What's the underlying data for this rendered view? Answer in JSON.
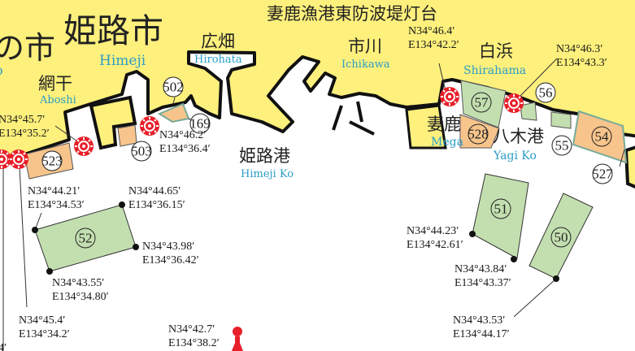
{
  "colors": {
    "land": "#fdf07c",
    "water": "#ffffff",
    "farm_green": "#c3dfb0",
    "farm_orange": "#f7c48c",
    "light": "#e8202a",
    "english": "#2a9dc8"
  },
  "map_title": "妻鹿漁港東防波堤灯台",
  "places": {
    "left_city": {
      "ja": "の市",
      "en": "o"
    },
    "himeji": {
      "ja": "姫路市",
      "en": "Himeji"
    },
    "hirohata": {
      "ja": "広畑",
      "en": "Hirohata"
    },
    "aboshi": {
      "ja": "網干",
      "en": "Aboshi"
    },
    "himeji_ko": {
      "ja": "姫路港",
      "en": "Himeji Ko"
    },
    "ichikawa": {
      "ja": "市川",
      "en": "Ichikawa"
    },
    "shirahama": {
      "ja": "白浜",
      "en": "Shirahama"
    },
    "mega": {
      "ja": "妻鹿",
      "en": "Mega"
    },
    "yagi_ko": {
      "ja": "八木港",
      "en": "Yagi Ko"
    }
  },
  "zones": {
    "z523": "523",
    "z503": "503",
    "z502": "502",
    "z169": "169",
    "z57": "57",
    "z528": "528",
    "z56": "56",
    "z55": "55",
    "z54": "54",
    "z527": "527",
    "z52": "52",
    "z51": "51",
    "z50": "50"
  },
  "coords": {
    "aboshi_light": [
      "N34°45.7′",
      "E134°35.2′"
    ],
    "hirohata_light": [
      "N34°46.2′",
      "E134°36.4′"
    ],
    "mega_light": [
      "N34°46.4′",
      "E134°42.2′"
    ],
    "shirahama_light": [
      "N34°46.3′",
      "E134°43.3′"
    ],
    "z52_nw": [
      "N34°44.21′",
      "E134°34.53′"
    ],
    "z52_ne": [
      "N34°44.65′",
      "E134°36.15′"
    ],
    "z52_se": [
      "N34°43.98′",
      "E134°36.42′"
    ],
    "z52_sw": [
      "N34°43.55′",
      "E134°34.80′"
    ],
    "west_light": [
      "N34°45.4′",
      "E134°34.2′"
    ],
    "far_west": "4′",
    "buoy": [
      "N34°42.7′",
      "E134°38.2′"
    ],
    "z51_w": [
      "N34°44.23′",
      "E134°42.61′"
    ],
    "z51_s": [
      "N34°43.84′",
      "E134°43.37′"
    ],
    "z50_s": [
      "N34°43.53′",
      "E134°44.17′"
    ]
  }
}
